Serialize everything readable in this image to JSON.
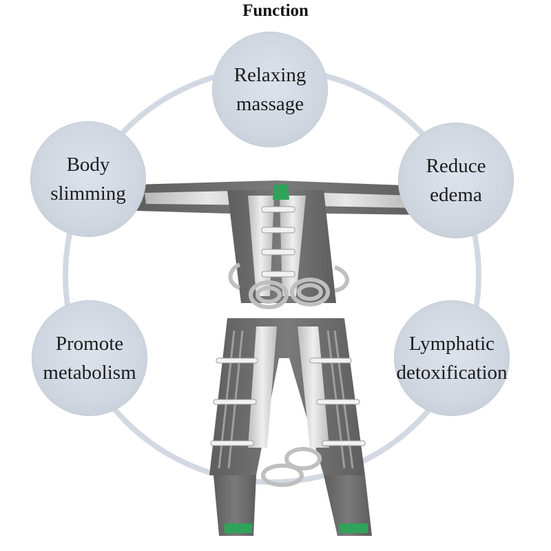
{
  "title": "Function",
  "functions": [
    {
      "id": "relaxing-massage",
      "lines": [
        "Relaxing",
        "massage"
      ]
    },
    {
      "id": "body-slimming",
      "lines": [
        "Body",
        "slimming"
      ]
    },
    {
      "id": "reduce-edema",
      "lines": [
        "Reduce",
        "edema"
      ]
    },
    {
      "id": "promote-metabolism",
      "lines": [
        "Promote",
        "metabolism"
      ]
    },
    {
      "id": "lymphatic-detoxification",
      "lines": [
        "Lymphatic",
        "detoxification"
      ]
    }
  ],
  "colors": {
    "ring": "#d3d9e2",
    "bubble": "#cfd6e0",
    "suit_dark": "#6f6f6f",
    "suit_light": "#d9d9d9",
    "lining": "#2fa35a"
  }
}
